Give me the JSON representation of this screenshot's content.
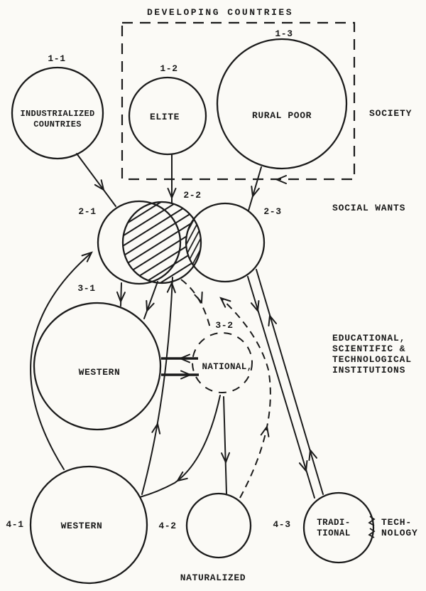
{
  "colors": {
    "ink": "#1b1b1b",
    "paper": "#fbfaf6"
  },
  "title": "DEVELOPING COUNTRIES",
  "sections": {
    "society": "SOCIETY",
    "social_wants": "SOCIAL WANTS",
    "institutions_line1": "EDUCATIONAL,",
    "institutions_line2": "SCIENTIFIC &",
    "institutions_line3": "TECHNOLOGICAL",
    "institutions_line4": "INSTITUTIONS",
    "technology_line1": "TECH-",
    "technology_line2": "NOLOGY"
  },
  "nodes": {
    "n11": {
      "num": "1-1",
      "line1": "INDUSTRIALIZED",
      "line2": "COUNTRIES"
    },
    "n12": {
      "num": "1-2",
      "label": "ELITE"
    },
    "n13": {
      "num": "1-3",
      "label": "RURAL POOR"
    },
    "n21": {
      "num": "2-1"
    },
    "n22": {
      "num": "2-2"
    },
    "n23": {
      "num": "2-3"
    },
    "n31": {
      "num": "3-1",
      "label": "WESTERN"
    },
    "n32": {
      "num": "3-2",
      "label": "NATIONAL,"
    },
    "n41": {
      "num": "4-1",
      "label": "WESTERN"
    },
    "n42": {
      "num": "4-2",
      "label": "NATURALIZED"
    },
    "n43": {
      "num": "4-3",
      "line1": "TRADI-",
      "line2": "TIONAL"
    }
  }
}
